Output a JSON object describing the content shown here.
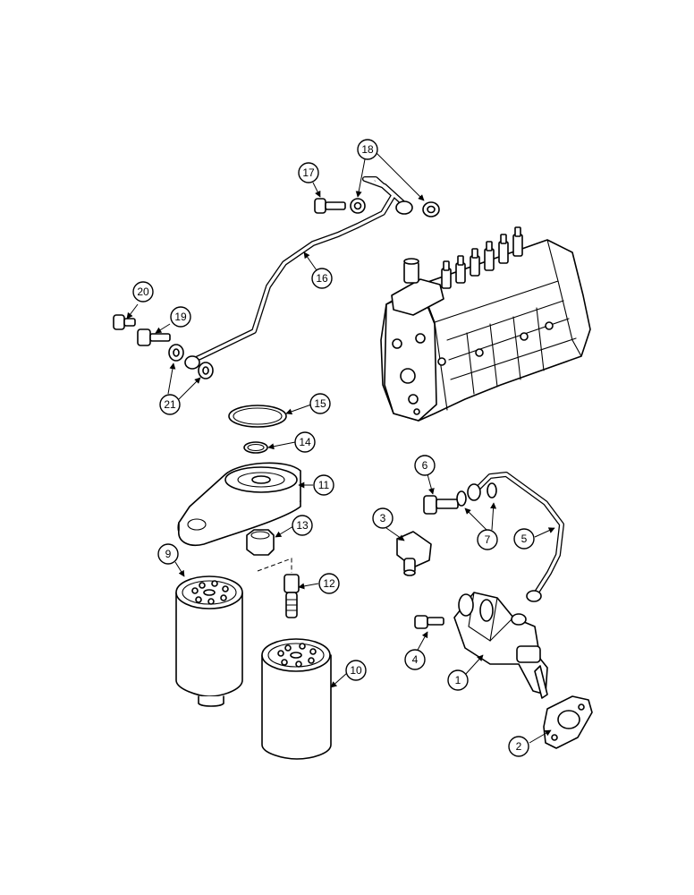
{
  "diagram": {
    "callouts": [
      {
        "label": "1"
      },
      {
        "label": "2"
      },
      {
        "label": "3"
      },
      {
        "label": "4"
      },
      {
        "label": "5"
      },
      {
        "label": "6"
      },
      {
        "label": "7"
      },
      {
        "label": "9"
      },
      {
        "label": "10"
      },
      {
        "label": "11"
      },
      {
        "label": "12"
      },
      {
        "label": "13"
      },
      {
        "label": "14"
      },
      {
        "label": "15"
      },
      {
        "label": "16"
      },
      {
        "label": "17"
      },
      {
        "label": "18"
      },
      {
        "label": "19"
      },
      {
        "label": "20"
      },
      {
        "label": "21"
      }
    ],
    "colors": {
      "line": "#000000",
      "background": "#ffffff",
      "shade": "#dcdcdc"
    }
  }
}
